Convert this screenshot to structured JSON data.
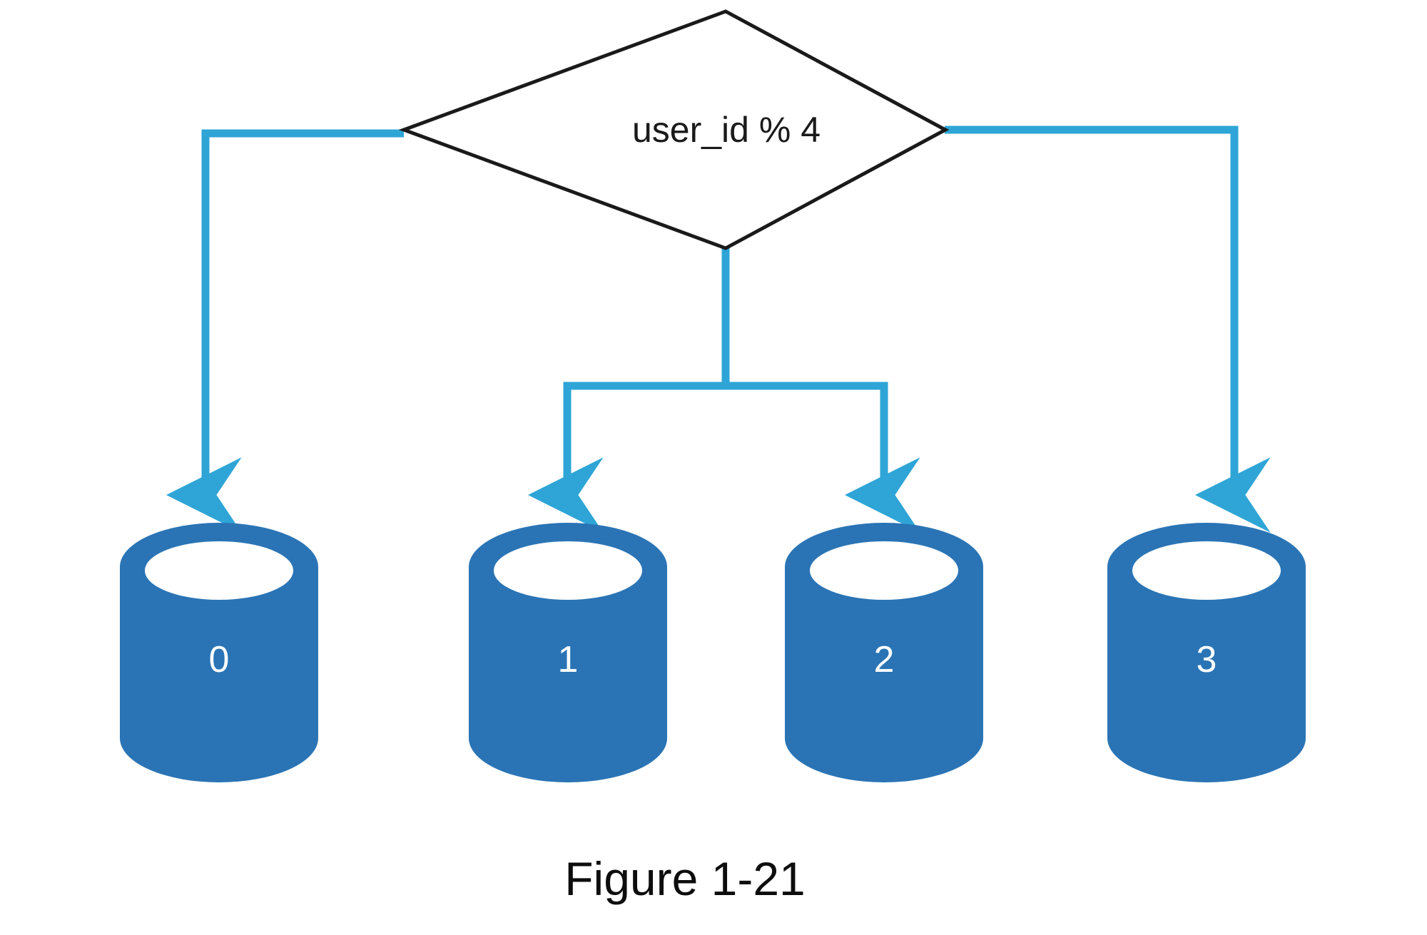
{
  "figure": {
    "caption": "Figure 1-21",
    "decision": {
      "label": "user_id % 4",
      "shape": "diamond"
    },
    "shards": [
      {
        "label": "0",
        "shape": "cylinder",
        "name": "database-shard-0"
      },
      {
        "label": "1",
        "shape": "cylinder",
        "name": "database-shard-1"
      },
      {
        "label": "2",
        "shape": "cylinder",
        "name": "database-shard-2"
      },
      {
        "label": "3",
        "shape": "cylinder",
        "name": "database-shard-3"
      }
    ],
    "connectors": [
      {
        "from": "user_id % 4",
        "to": "0"
      },
      {
        "from": "user_id % 4",
        "to": "1"
      },
      {
        "from": "user_id % 4",
        "to": "2"
      },
      {
        "from": "user_id % 4",
        "to": "3"
      }
    ],
    "colors": {
      "background": "#ffffff",
      "connector": "#2EA5D6",
      "cylinder_fill": "#2A74B5",
      "cylinder_top_fill": "#ffffff",
      "decision_stroke": "#1a1a1a",
      "decision_fill": "#ffffff",
      "label_text": "#ffffff",
      "caption_text": "#0d0d0d"
    }
  }
}
